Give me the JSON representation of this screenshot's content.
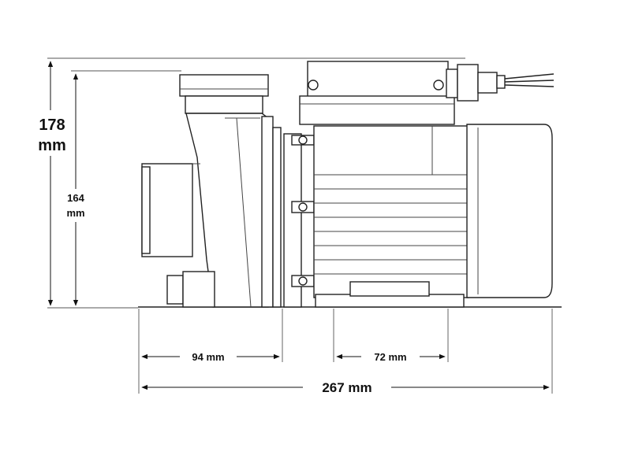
{
  "dimensions": {
    "overall_height": {
      "value": "178",
      "unit": "mm"
    },
    "body_height": {
      "value": "164",
      "unit": "mm"
    },
    "inlet_width": {
      "label": "94 mm"
    },
    "foot_spacing": {
      "label": "72 mm"
    },
    "overall_length": {
      "label": "267 mm"
    }
  },
  "colors": {
    "line": "#222222",
    "background": "#ffffff"
  }
}
